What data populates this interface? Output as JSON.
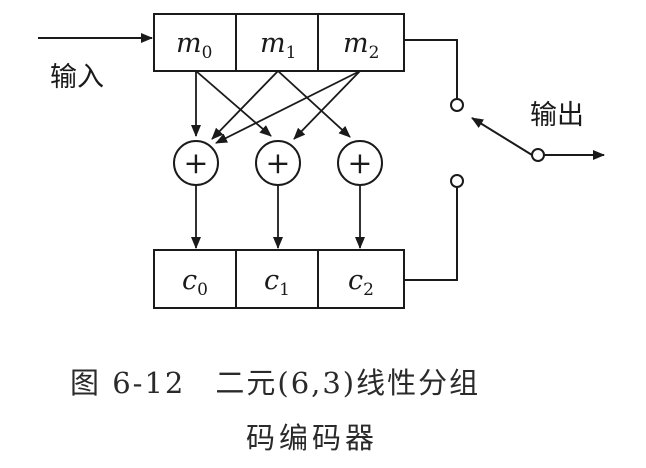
{
  "input_label": "输入",
  "output_label": "输出",
  "shift_register": [
    {
      "name": "m",
      "sub": "0"
    },
    {
      "name": "m",
      "sub": "1"
    },
    {
      "name": "m",
      "sub": "2"
    }
  ],
  "output_register": [
    {
      "name": "c",
      "sub": "0"
    },
    {
      "name": "c",
      "sub": "1"
    },
    {
      "name": "c",
      "sub": "2"
    }
  ],
  "adder_symbol": "+",
  "caption": {
    "line1_number": "图 6-12",
    "line1_text": "二元(6,3)线性分组",
    "line2_text": "码编码器"
  }
}
